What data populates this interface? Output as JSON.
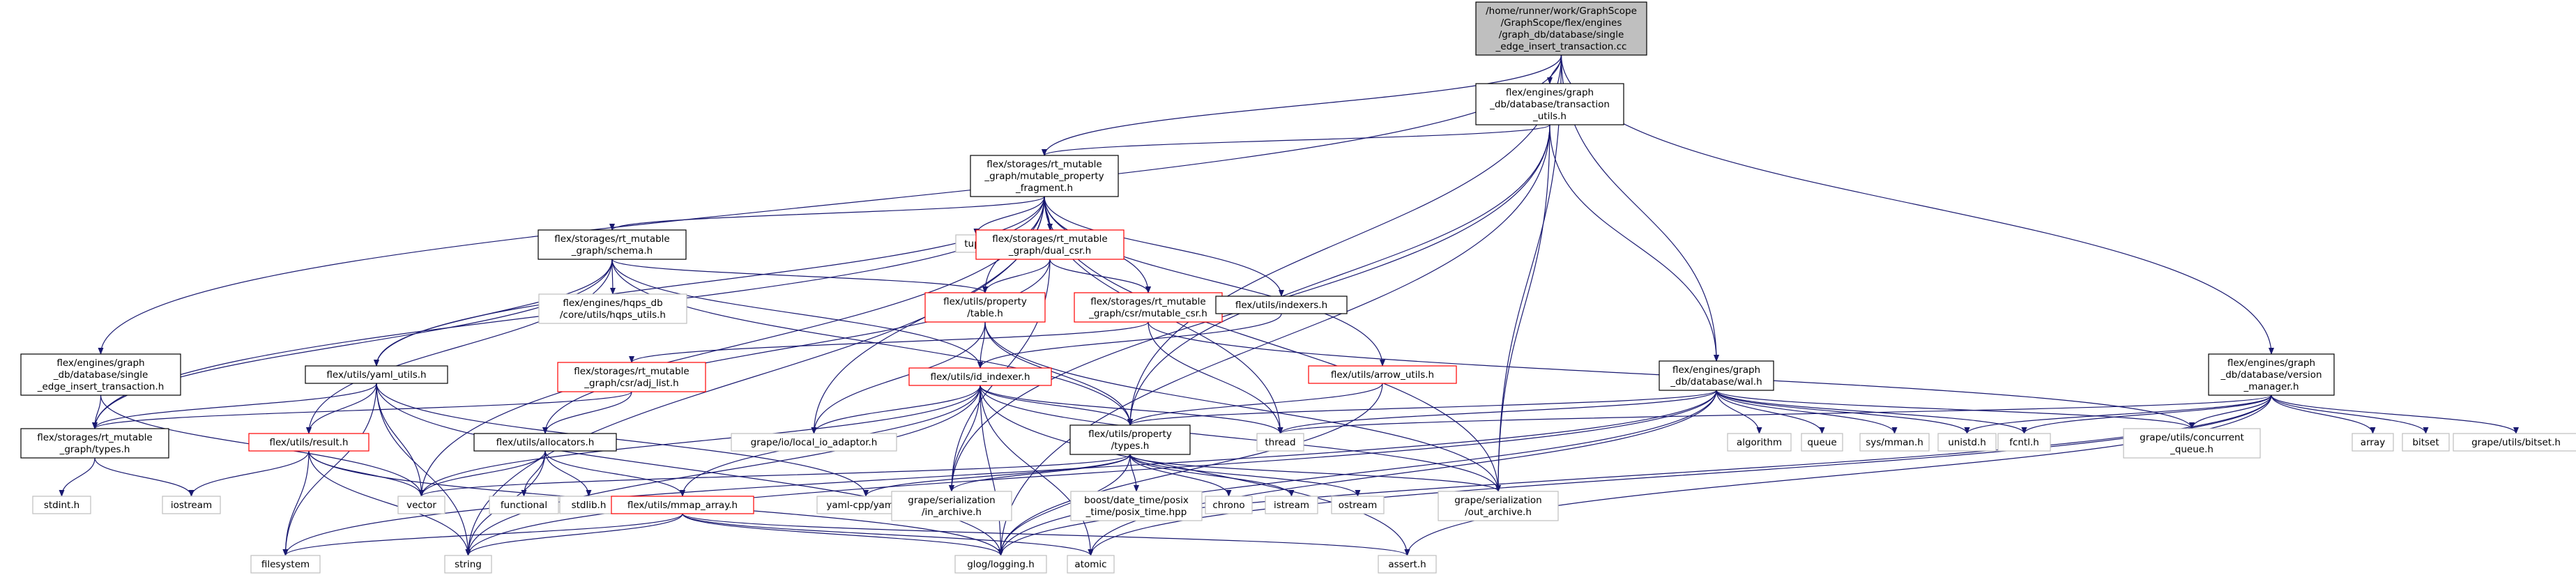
{
  "colors": {
    "root_fill": "#bfbfbf",
    "box_fill": "#ffffff",
    "black_border": "#000000",
    "red_border": "#ff0000",
    "gray_border": "#bfbfbf",
    "edge": "#191970",
    "edge_dark": "#000080"
  },
  "nodes": [
    {
      "id": "root",
      "style": "root",
      "lines": [
        "/home/runner/work/GraphScope",
        "/GraphScope/flex/engines",
        "/graph_db/database/single",
        "_edge_insert_transaction.cc"
      ]
    },
    {
      "id": "tu",
      "style": "black",
      "lines": [
        "flex/engines/graph",
        "_db/database/transaction",
        "_utils.h"
      ]
    },
    {
      "id": "mpf",
      "style": "black",
      "lines": [
        "flex/storages/rt_mutable",
        "_graph/mutable_property",
        "_fragment.h"
      ]
    },
    {
      "id": "seit",
      "style": "black",
      "lines": [
        "flex/engines/graph",
        "_db/database/single",
        "_edge_insert_transaction.h"
      ]
    },
    {
      "id": "wal",
      "style": "black",
      "lines": [
        "flex/engines/graph",
        "_db/database/wal.h"
      ]
    },
    {
      "id": "vm",
      "style": "black",
      "lines": [
        "flex/engines/graph",
        "_db/database/version",
        "_manager.h"
      ]
    },
    {
      "id": "schema",
      "style": "black",
      "lines": [
        "flex/storages/rt_mutable",
        "_graph/schema.h"
      ]
    },
    {
      "id": "tuple",
      "style": "gray",
      "lines": [
        "tuple"
      ]
    },
    {
      "id": "dualcsr",
      "style": "red",
      "lines": [
        "flex/storages/rt_mutable",
        "_graph/dual_csr.h"
      ]
    },
    {
      "id": "mcsr",
      "style": "red",
      "lines": [
        "flex/storages/rt_mutable",
        "_graph/csr/mutable_csr.h"
      ]
    },
    {
      "id": "indexers",
      "style": "black",
      "lines": [
        "flex/utils/indexers.h"
      ]
    },
    {
      "id": "hqps",
      "style": "gray",
      "lines": [
        "flex/engines/hqps_db",
        "/core/utils/hqps_utils.h"
      ]
    },
    {
      "id": "ptable",
      "style": "red",
      "lines": [
        "flex/utils/property",
        "/table.h"
      ]
    },
    {
      "id": "arrow",
      "style": "red",
      "lines": [
        "flex/utils/arrow_utils.h"
      ]
    },
    {
      "id": "yamlu",
      "style": "black",
      "lines": [
        "flex/utils/yaml_utils.h"
      ]
    },
    {
      "id": "adjlist",
      "style": "red",
      "lines": [
        "flex/storages/rt_mutable",
        "_graph/csr/adj_list.h"
      ]
    },
    {
      "id": "idx",
      "style": "red",
      "lines": [
        "flex/utils/id_indexer.h"
      ]
    },
    {
      "id": "rtypes",
      "style": "black",
      "lines": [
        "flex/storages/rt_mutable",
        "_graph/types.h"
      ]
    },
    {
      "id": "result",
      "style": "red",
      "lines": [
        "flex/utils/result.h"
      ]
    },
    {
      "id": "alloc",
      "style": "black",
      "lines": [
        "flex/utils/allocators.h"
      ]
    },
    {
      "id": "grapeio",
      "style": "gray",
      "lines": [
        "grape/io/local_io_adaptor.h"
      ]
    },
    {
      "id": "ptypes",
      "style": "black",
      "lines": [
        "flex/utils/property",
        "/types.h"
      ]
    },
    {
      "id": "thread",
      "style": "gray",
      "lines": [
        "thread"
      ]
    },
    {
      "id": "algorithm",
      "style": "gray",
      "lines": [
        "algorithm"
      ]
    },
    {
      "id": "queue",
      "style": "gray",
      "lines": [
        "queue"
      ]
    },
    {
      "id": "sysmman",
      "style": "gray",
      "lines": [
        "sys/mman.h"
      ]
    },
    {
      "id": "unistd",
      "style": "gray",
      "lines": [
        "unistd.h"
      ]
    },
    {
      "id": "fcntl",
      "style": "gray",
      "lines": [
        "fcntl.h"
      ]
    },
    {
      "id": "cq",
      "style": "gray",
      "lines": [
        "grape/utils/concurrent",
        "_queue.h"
      ]
    },
    {
      "id": "array",
      "style": "gray",
      "lines": [
        "array"
      ]
    },
    {
      "id": "bitset",
      "style": "gray",
      "lines": [
        "bitset"
      ]
    },
    {
      "id": "gbitset",
      "style": "gray",
      "lines": [
        "grape/utils/bitset.h"
      ]
    },
    {
      "id": "stdint",
      "style": "gray",
      "lines": [
        "stdint.h"
      ]
    },
    {
      "id": "iostream",
      "style": "gray",
      "lines": [
        "iostream"
      ]
    },
    {
      "id": "vector",
      "style": "gray",
      "lines": [
        "vector"
      ]
    },
    {
      "id": "functional",
      "style": "gray",
      "lines": [
        "functional"
      ]
    },
    {
      "id": "stdlib",
      "style": "gray",
      "lines": [
        "stdlib.h"
      ]
    },
    {
      "id": "mmap",
      "style": "red",
      "lines": [
        "flex/utils/mmap_array.h"
      ]
    },
    {
      "id": "yamlcpp",
      "style": "gray",
      "lines": [
        "yaml-cpp/yaml.h"
      ]
    },
    {
      "id": "inarch",
      "style": "gray",
      "lines": [
        "grape/serialization",
        "/in_archive.h"
      ]
    },
    {
      "id": "boostpt",
      "style": "gray",
      "lines": [
        "boost/date_time/posix",
        "_time/posix_time.hpp"
      ]
    },
    {
      "id": "chrono",
      "style": "gray",
      "lines": [
        "chrono"
      ]
    },
    {
      "id": "istream",
      "style": "gray",
      "lines": [
        "istream"
      ]
    },
    {
      "id": "ostream",
      "style": "gray",
      "lines": [
        "ostream"
      ]
    },
    {
      "id": "outarch",
      "style": "gray",
      "lines": [
        "grape/serialization",
        "/out_archive.h"
      ]
    },
    {
      "id": "filesystem",
      "style": "gray",
      "lines": [
        "filesystem"
      ]
    },
    {
      "id": "string",
      "style": "gray",
      "lines": [
        "string"
      ]
    },
    {
      "id": "glog",
      "style": "gray",
      "lines": [
        "glog/logging.h"
      ]
    },
    {
      "id": "atomic",
      "style": "gray",
      "lines": [
        "atomic"
      ]
    },
    {
      "id": "assert",
      "style": "gray",
      "lines": [
        "assert.h"
      ]
    }
  ],
  "edges": [
    [
      "root",
      "tu"
    ],
    [
      "root",
      "mpf"
    ],
    [
      "root",
      "seit"
    ],
    [
      "root",
      "wal"
    ],
    [
      "root",
      "vm"
    ],
    [
      "root",
      "ptypes"
    ],
    [
      "root",
      "outarch"
    ],
    [
      "tu",
      "mpf"
    ],
    [
      "tu",
      "wal"
    ],
    [
      "tu",
      "ptypes"
    ],
    [
      "tu",
      "outarch"
    ],
    [
      "tu",
      "inarch"
    ],
    [
      "tu",
      "glog"
    ],
    [
      "mpf",
      "schema"
    ],
    [
      "mpf",
      "tuple"
    ],
    [
      "mpf",
      "dualcsr"
    ],
    [
      "mpf",
      "mcsr"
    ],
    [
      "mpf",
      "indexers"
    ],
    [
      "mpf",
      "ptable"
    ],
    [
      "mpf",
      "arrow"
    ],
    [
      "mpf",
      "yamlu"
    ],
    [
      "mpf",
      "grapeio"
    ],
    [
      "mpf",
      "rtypes"
    ],
    [
      "mpf",
      "vector"
    ],
    [
      "mpf",
      "thread"
    ],
    [
      "mpf",
      "outarch"
    ],
    [
      "mpf",
      "string"
    ],
    [
      "seit",
      "rtypes"
    ],
    [
      "seit",
      "vector"
    ],
    [
      "schema",
      "hqps"
    ],
    [
      "schema",
      "ptable"
    ],
    [
      "schema",
      "yamlu"
    ],
    [
      "schema",
      "idx"
    ],
    [
      "schema",
      "ptypes"
    ],
    [
      "schema",
      "result"
    ],
    [
      "schema",
      "rtypes"
    ],
    [
      "dualcsr",
      "ptable"
    ],
    [
      "dualcsr",
      "mcsr"
    ],
    [
      "dualcsr",
      "alloc"
    ],
    [
      "dualcsr",
      "inarch"
    ],
    [
      "mcsr",
      "adjlist"
    ],
    [
      "mcsr",
      "thread"
    ],
    [
      "mcsr",
      "cq"
    ],
    [
      "indexers",
      "idx"
    ],
    [
      "ptable",
      "idx"
    ],
    [
      "ptable",
      "grapeio"
    ],
    [
      "ptable",
      "ptypes"
    ],
    [
      "ptable",
      "outarch"
    ],
    [
      "arrow",
      "ptypes"
    ],
    [
      "arrow",
      "glog"
    ],
    [
      "yamlu",
      "result"
    ],
    [
      "yamlu",
      "rtypes"
    ],
    [
      "yamlu",
      "yamlcpp"
    ],
    [
      "yamlu",
      "vector"
    ],
    [
      "yamlu",
      "string"
    ],
    [
      "yamlu",
      "filesystem"
    ],
    [
      "yamlu",
      "glog"
    ],
    [
      "adjlist",
      "alloc"
    ],
    [
      "adjlist",
      "rtypes"
    ],
    [
      "idx",
      "ptypes"
    ],
    [
      "idx",
      "mmap"
    ],
    [
      "idx",
      "thread"
    ],
    [
      "idx",
      "vector"
    ],
    [
      "idx",
      "inarch"
    ],
    [
      "idx",
      "outarch"
    ],
    [
      "idx",
      "glog"
    ],
    [
      "idx",
      "atomic"
    ],
    [
      "idx",
      "assert"
    ],
    [
      "idx",
      "string"
    ],
    [
      "idx",
      "grapeio"
    ],
    [
      "rtypes",
      "stdint"
    ],
    [
      "rtypes",
      "iostream"
    ],
    [
      "result",
      "vector"
    ],
    [
      "result",
      "string"
    ],
    [
      "result",
      "filesystem"
    ],
    [
      "result",
      "iostream"
    ],
    [
      "result",
      "glog"
    ],
    [
      "alloc",
      "vector"
    ],
    [
      "alloc",
      "functional"
    ],
    [
      "alloc",
      "stdlib"
    ],
    [
      "alloc",
      "mmap"
    ],
    [
      "alloc",
      "string"
    ],
    [
      "ptypes",
      "boostpt"
    ],
    [
      "ptypes",
      "chrono"
    ],
    [
      "ptypes",
      "istream"
    ],
    [
      "ptypes",
      "ostream"
    ],
    [
      "ptypes",
      "inarch"
    ],
    [
      "ptypes",
      "outarch"
    ],
    [
      "ptypes",
      "yamlcpp"
    ],
    [
      "ptypes",
      "vector"
    ],
    [
      "ptypes",
      "glog"
    ],
    [
      "mmap",
      "filesystem"
    ],
    [
      "mmap",
      "string"
    ],
    [
      "mmap",
      "glog"
    ],
    [
      "mmap",
      "atomic"
    ],
    [
      "mmap",
      "assert"
    ],
    [
      "wal",
      "thread"
    ],
    [
      "wal",
      "algorithm"
    ],
    [
      "wal",
      "queue"
    ],
    [
      "wal",
      "sysmman"
    ],
    [
      "wal",
      "unistd"
    ],
    [
      "wal",
      "fcntl"
    ],
    [
      "wal",
      "cq"
    ],
    [
      "wal",
      "ptypes"
    ],
    [
      "wal",
      "glog"
    ],
    [
      "wal",
      "string"
    ],
    [
      "wal",
      "atomic"
    ],
    [
      "wal",
      "filesystem"
    ],
    [
      "vm",
      "thread"
    ],
    [
      "vm",
      "unistd"
    ],
    [
      "vm",
      "fcntl"
    ],
    [
      "vm",
      "cq"
    ],
    [
      "vm",
      "array"
    ],
    [
      "vm",
      "bitset"
    ],
    [
      "vm",
      "gbitset"
    ],
    [
      "vm",
      "glog"
    ],
    [
      "vm",
      "atomic"
    ],
    [
      "vm",
      "assert"
    ]
  ]
}
